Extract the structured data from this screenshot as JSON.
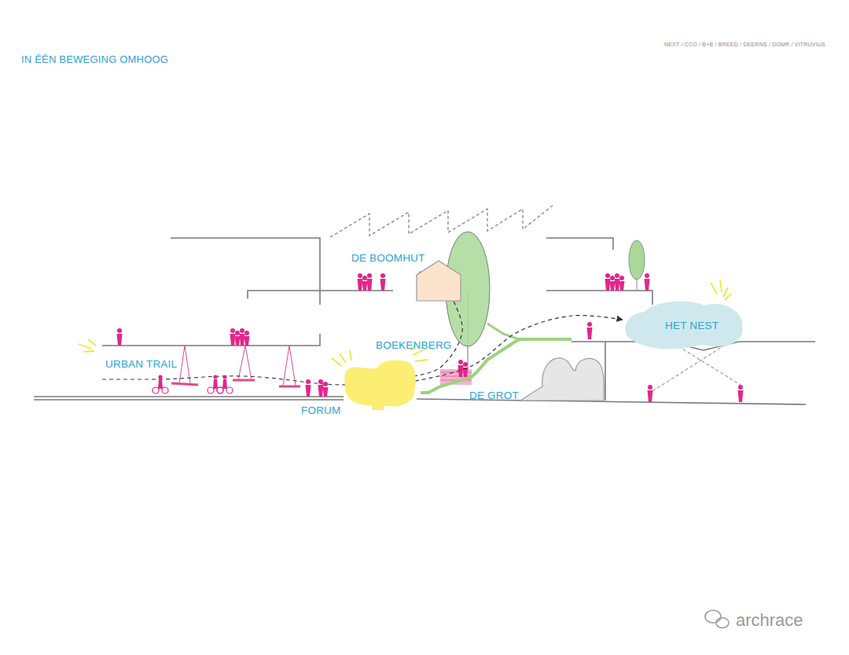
{
  "diagram": {
    "title": "IN ÉÉN BEWEGING OMHOOG",
    "nodes": [
      {
        "text": [
          "DE BOOMHUT"
        ]
      },
      {
        "text": [
          "HET NEST"
        ]
      },
      {
        "text": [
          "FORUM"
        ]
      },
      {
        "text": [
          "DE GROT"
        ]
      }
    ],
    "edges": [
      {
        "from": 2,
        "to": 0,
        "arrow": "to"
      },
      {
        "from": 2,
        "to": 1,
        "arrow": "to"
      }
    ],
    "labels": [
      "NEXT / CCO / B+B / BREED / DEERNS / DOMR / VITRUVIUS",
      "URBAN TRAIL",
      "BOEKENBERG",
      "archrace"
    ]
  }
}
